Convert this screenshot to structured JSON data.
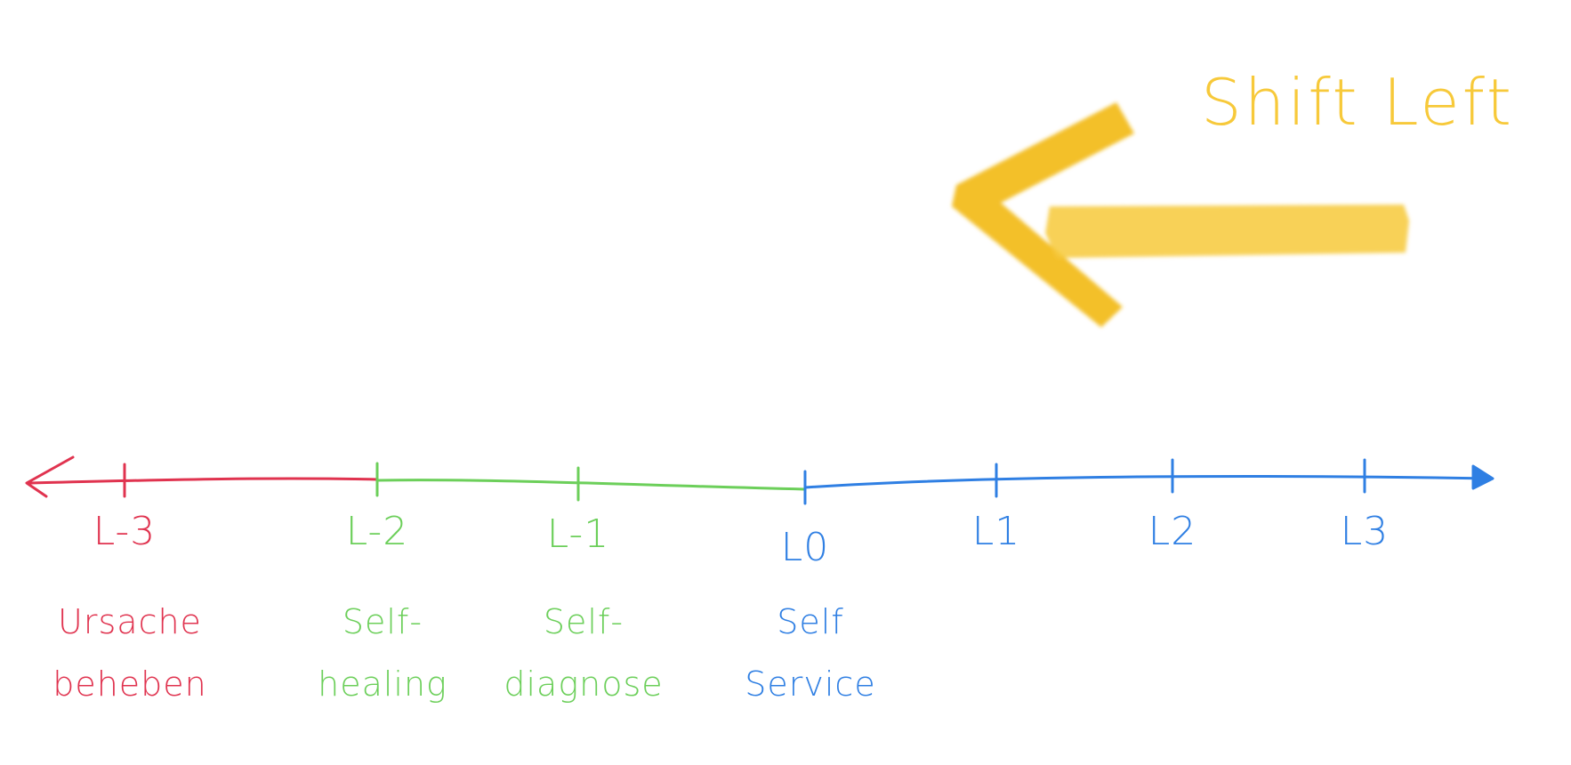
{
  "title": "Shift Left",
  "colors": {
    "red": "#e0334f",
    "green": "#6ccf5a",
    "blue": "#2f7fe3",
    "yellow": "#f7c93a",
    "yellow_dark": "#f2bb1a"
  },
  "levels": [
    {
      "label": "L-3",
      "lines": [
        "Ursache",
        "beheben"
      ],
      "color": "red"
    },
    {
      "label": "L-2",
      "lines": [
        "Self-",
        "healing"
      ],
      "color": "green"
    },
    {
      "label": "L-1",
      "lines": [
        "Self-",
        "diagnose"
      ],
      "color": "green"
    },
    {
      "label": "L0",
      "lines": [
        "Self",
        "Service"
      ],
      "color": "blue"
    },
    {
      "label": "L1",
      "lines": [],
      "color": "blue"
    },
    {
      "label": "L2",
      "lines": [],
      "color": "blue"
    },
    {
      "label": "L3",
      "lines": [],
      "color": "blue"
    }
  ]
}
